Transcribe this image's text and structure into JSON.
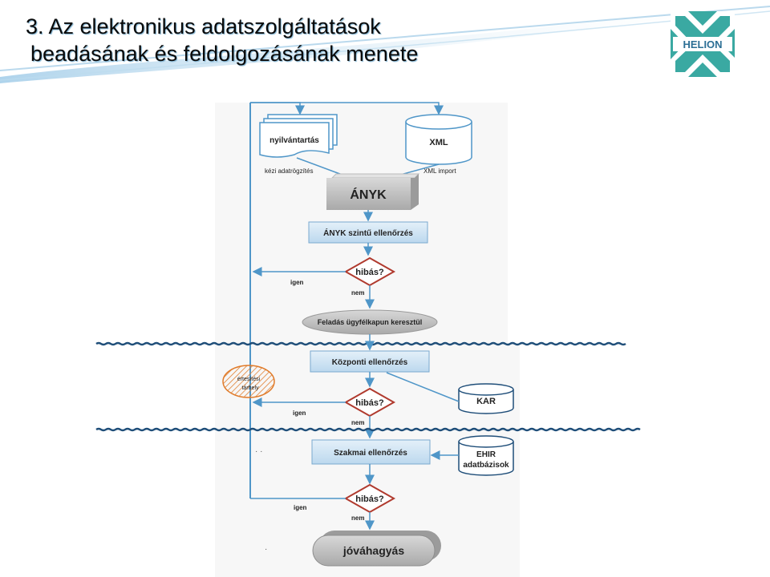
{
  "slide": {
    "title_line1": "3. Az elektronikus adatszolgáltatások",
    "title_line2": "beadásának és feldolgozásának menete",
    "logo_text": "HELION"
  },
  "colors": {
    "accent_blue": "#4f96c8",
    "box_fill_light": "#cfe3f2",
    "box_border": "#7aa9cf",
    "diamond_border": "#b03a2e",
    "wavy_line": "#1f4e79",
    "logo_green": "#39a9a2",
    "hatch_orange": "#e07b2a"
  },
  "flow": {
    "nyilvantartas": "nyilvántartás",
    "xml": "XML",
    "kezi": "kézi adatrögzítés",
    "xml_import": "XML import",
    "anyk": "ÁNYK",
    "anyk_check": "ÁNYK szintű ellenőrzés",
    "hibas1": "hibás?",
    "igen1": "igen",
    "nem1": "nem",
    "feladas": "Feladás ügyfélkapun keresztül",
    "kozponti": "Központi ellenőrzés",
    "ertesitesi_line1": "értesítési",
    "ertesitesi_line2": "tárhely",
    "kar": "KAR",
    "hibas2": "hibás?",
    "igen2": "igen",
    "nem2": "nem",
    "szakmai": "Szakmai ellenőrzés",
    "ehir_line1": "EHIR",
    "ehir_line2": "adatbázisok",
    "hibas3": "hibás?",
    "igen3": "igen",
    "nem3": "nem",
    "jovahagyas": "jóváhagyás"
  }
}
